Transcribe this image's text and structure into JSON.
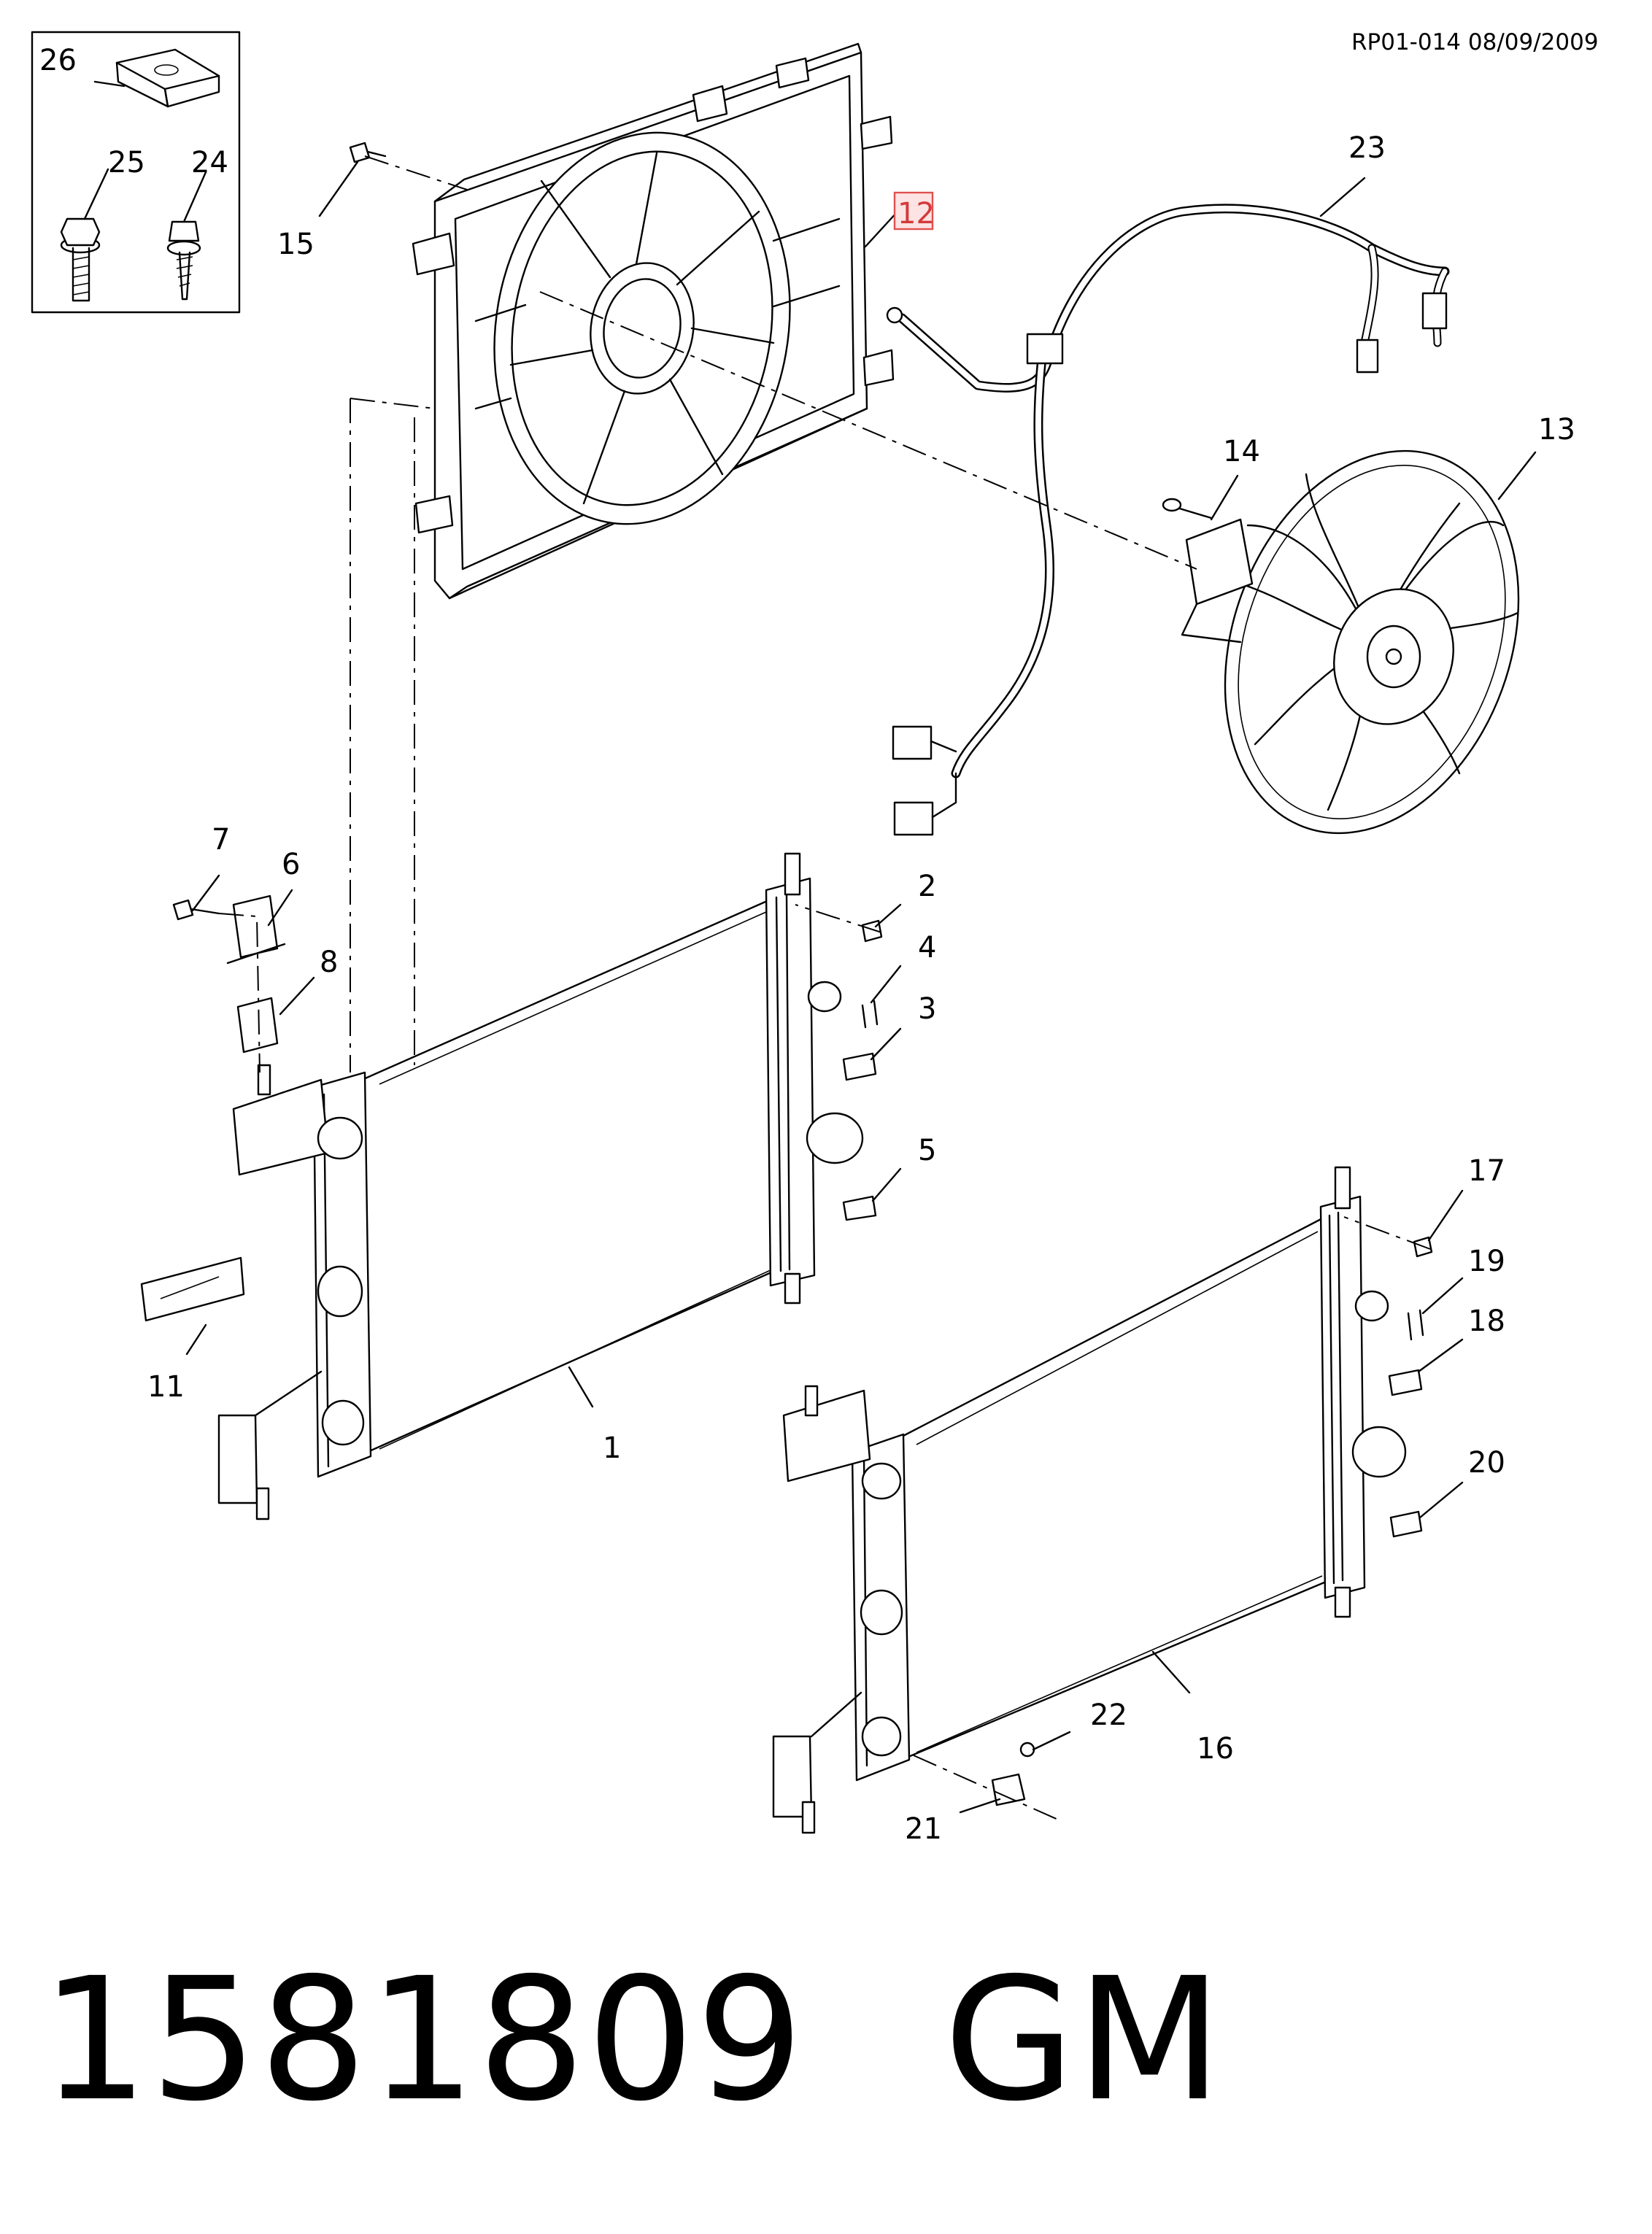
{
  "reference": "RP01-014 08/09/2009",
  "part_number": "1581809",
  "brand": "GM",
  "highlighted_callout": "12",
  "callouts": [
    "1",
    "2",
    "3",
    "4",
    "5",
    "6",
    "7",
    "8",
    "11",
    "12",
    "13",
    "14",
    "15",
    "16",
    "17",
    "18",
    "19",
    "20",
    "21",
    "22",
    "23",
    "24",
    "25",
    "26"
  ]
}
